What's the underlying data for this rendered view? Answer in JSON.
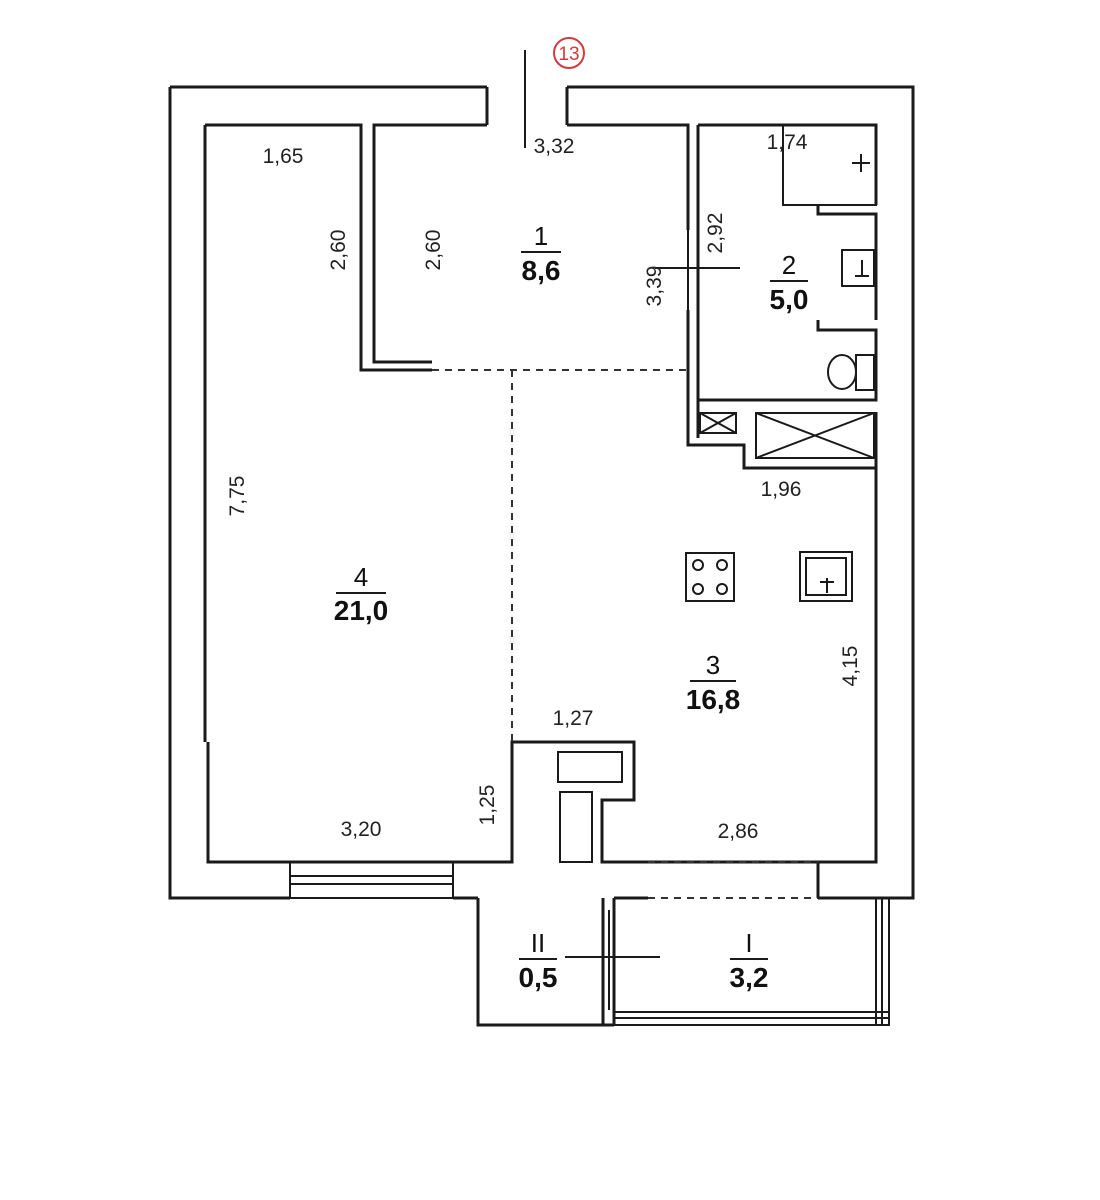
{
  "axis": {
    "label": "13",
    "color": "#d83a3a"
  },
  "rooms": [
    {
      "id": "room-1",
      "number": "1",
      "area": "8,6"
    },
    {
      "id": "room-2",
      "number": "2",
      "area": "5,0"
    },
    {
      "id": "room-3",
      "number": "3",
      "area": "16,8"
    },
    {
      "id": "room-4",
      "number": "4",
      "area": "21,0"
    },
    {
      "id": "room-I",
      "number": "I",
      "area": "3,2"
    },
    {
      "id": "room-II",
      "number": "II",
      "area": "0,5"
    }
  ],
  "dimensions": {
    "room1_top": "3,32",
    "room1_left": "2,60",
    "room1_right": "3,39",
    "room2_top": "1,74",
    "room2_left": "2,92",
    "room3_shaft": "1,96",
    "room3_right": "4,15",
    "room3_closet": "1,27",
    "room3_bottom": "2,86",
    "room4_top": "1,65",
    "room4_niche": "2,60",
    "room4_left": "7,75",
    "room4_bottom": "3,20",
    "room4_bottom_right": "1,25"
  }
}
